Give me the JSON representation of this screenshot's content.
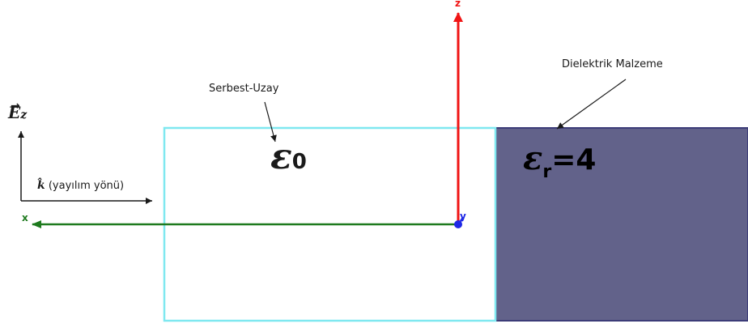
{
  "colors": {
    "free_space_border": "#7fe8f0",
    "dielectric_fill": "#62628a",
    "dielectric_border": "#3c3c78",
    "z_axis": "#f01414",
    "x_axis": "#1e7a1e",
    "y_axis": "#1e28e6",
    "annotation": "#1a1a1a"
  },
  "labels": {
    "free_space": "Serbest-Uzay",
    "dielectric": "Dielektrik Malzeme",
    "epsilon0_symbol": "ε",
    "epsilon0_sub": "0",
    "epsilon_r_symbol": "ε",
    "epsilon_r_sub": "r",
    "epsilon_r_value": "=4",
    "field_symbol": "E",
    "field_sub": "z",
    "wave_vector": "k̂",
    "propagation": "(yayılım yönü)"
  },
  "axes": {
    "z": "z",
    "x": "x",
    "y": "y"
  }
}
